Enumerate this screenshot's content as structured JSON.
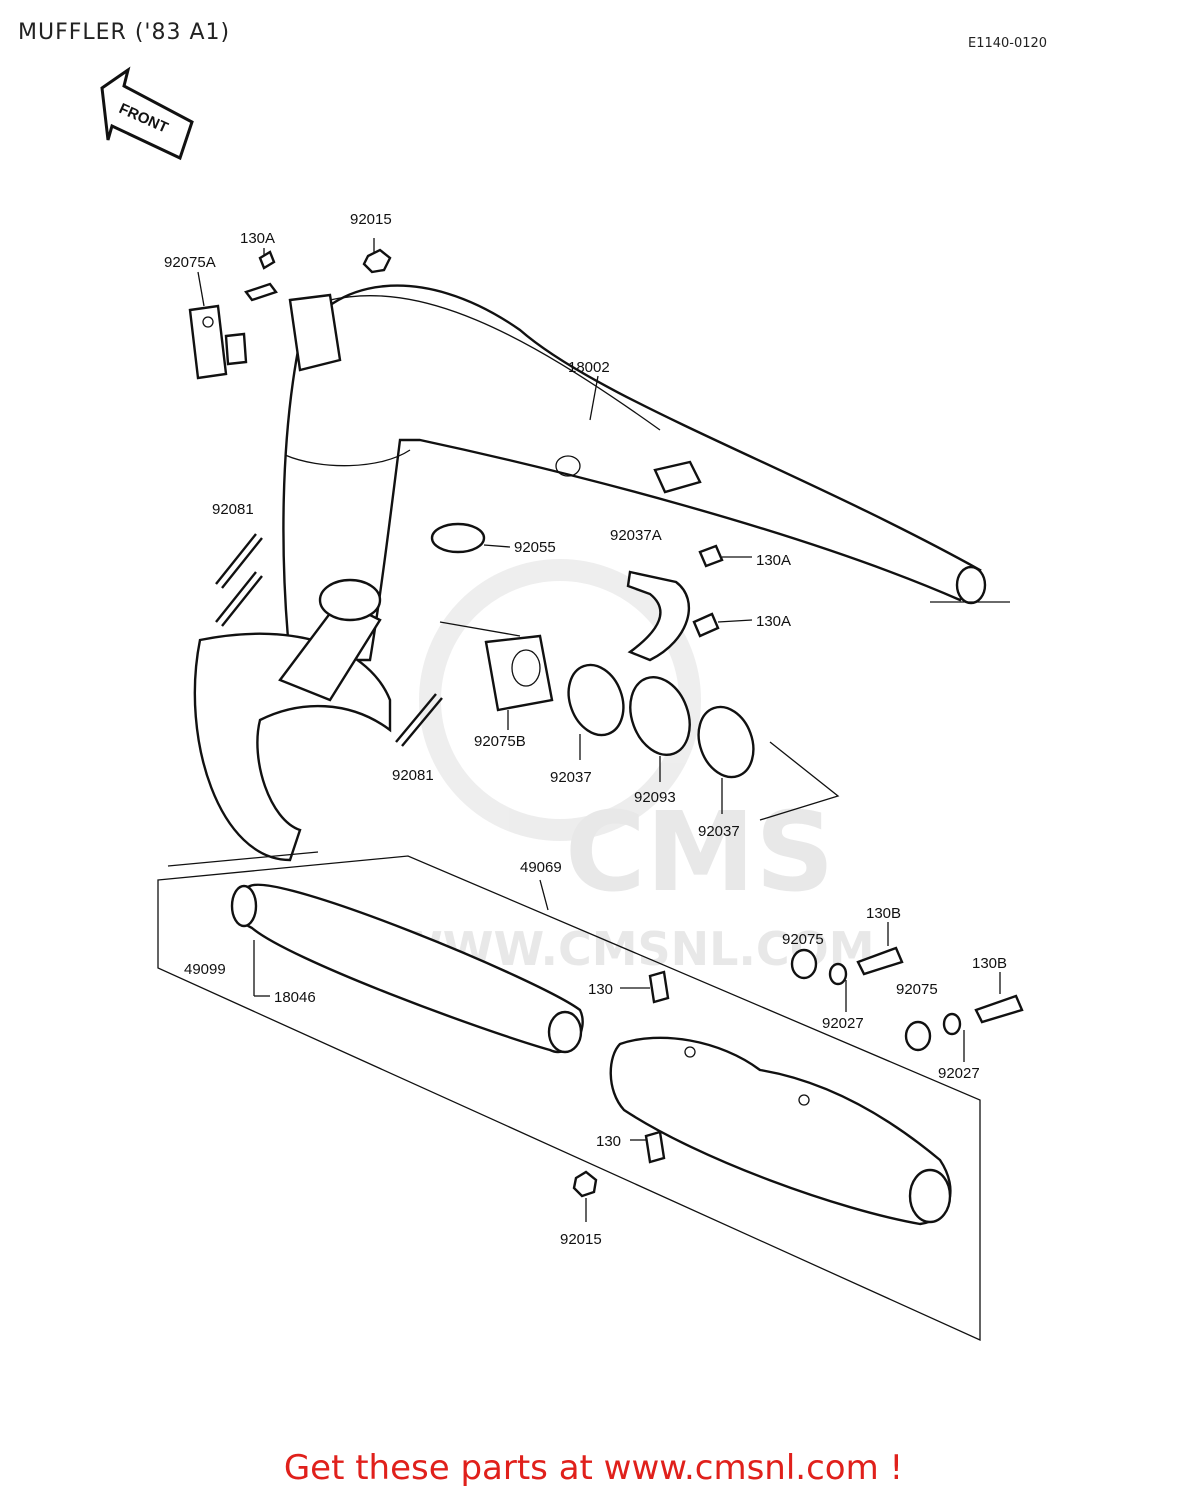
{
  "header": {
    "title": "MUFFLER ('83 A1)",
    "code": "E1140-0120"
  },
  "front_arrow": {
    "label": "FRONT",
    "icon": "arrow-left-icon"
  },
  "watermark": {
    "brand": "CMS",
    "url": "WWW.CMSNL.COM"
  },
  "labels": {
    "p92015_top": "92015",
    "p130a_top": "130A",
    "p92075a": "92075A",
    "p18002": "18002",
    "p92081_left": "92081",
    "p92055": "92055",
    "p92037a": "92037A",
    "p130a_r1": "130A",
    "p130a_r2": "130A",
    "p92075b": "92075B",
    "p92081_mid": "92081",
    "p92037_l": "92037",
    "p92093": "92093",
    "p92037_r": "92037",
    "p49069": "49069",
    "p130b_1": "130B",
    "p92075_1": "92075",
    "p130b_2": "130B",
    "p49099": "49099",
    "p18046": "18046",
    "p130_top": "130",
    "p92027_1": "92027",
    "p92075_2": "92075",
    "p92027_2": "92027",
    "p130_bot": "130",
    "p92015_bot": "92015"
  },
  "footer": {
    "cta": "Get these parts at www.cmsnl.com !"
  },
  "colors": {
    "cta": "#e0201b",
    "ink": "#111111",
    "watermark": "#e6e6e6"
  }
}
